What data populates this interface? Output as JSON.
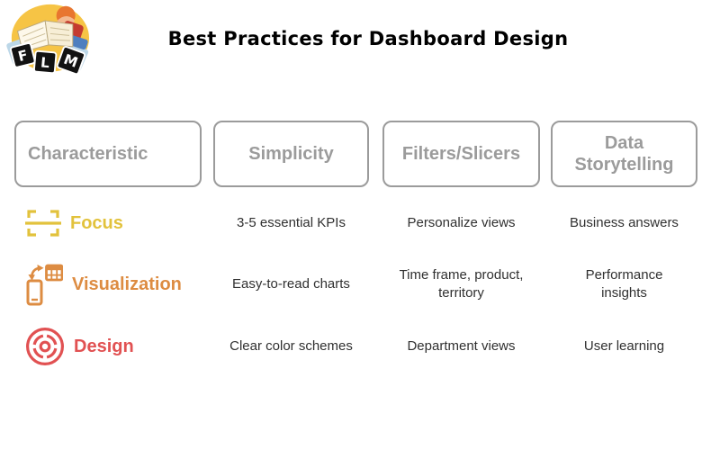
{
  "page": {
    "title": "Best Practices for Dashboard Design"
  },
  "logo": {
    "letters": [
      "F",
      "L",
      "M"
    ]
  },
  "colors": {
    "header_gray": "#9b9b9b",
    "body_text": "#303030",
    "focus_yellow": "#e2c23c",
    "visualization_orange": "#dd8c42",
    "design_red": "#e15152",
    "logo_blob_yellow": "#f6c445"
  },
  "table": {
    "headers": [
      "Characteristic",
      "Simplicity",
      "Filters/Slicers",
      "Data\nStorytelling"
    ],
    "rows": [
      {
        "label": "Focus",
        "icon": "focus-frame-icon",
        "color": "#e2c23c",
        "cells": [
          "3-5 essential KPIs",
          "Personalize views",
          "Business answers"
        ]
      },
      {
        "label": "Visualization",
        "icon": "device-to-chart-icon",
        "color": "#dd8c42",
        "cells": [
          "Easy-to-read charts",
          "Time frame, product,\nterritory",
          "Performance\ninsights"
        ]
      },
      {
        "label": "Design",
        "icon": "circular-maze-icon",
        "color": "#e15152",
        "cells": [
          "Clear color schemes",
          "Department views",
          "User learning"
        ]
      }
    ]
  }
}
